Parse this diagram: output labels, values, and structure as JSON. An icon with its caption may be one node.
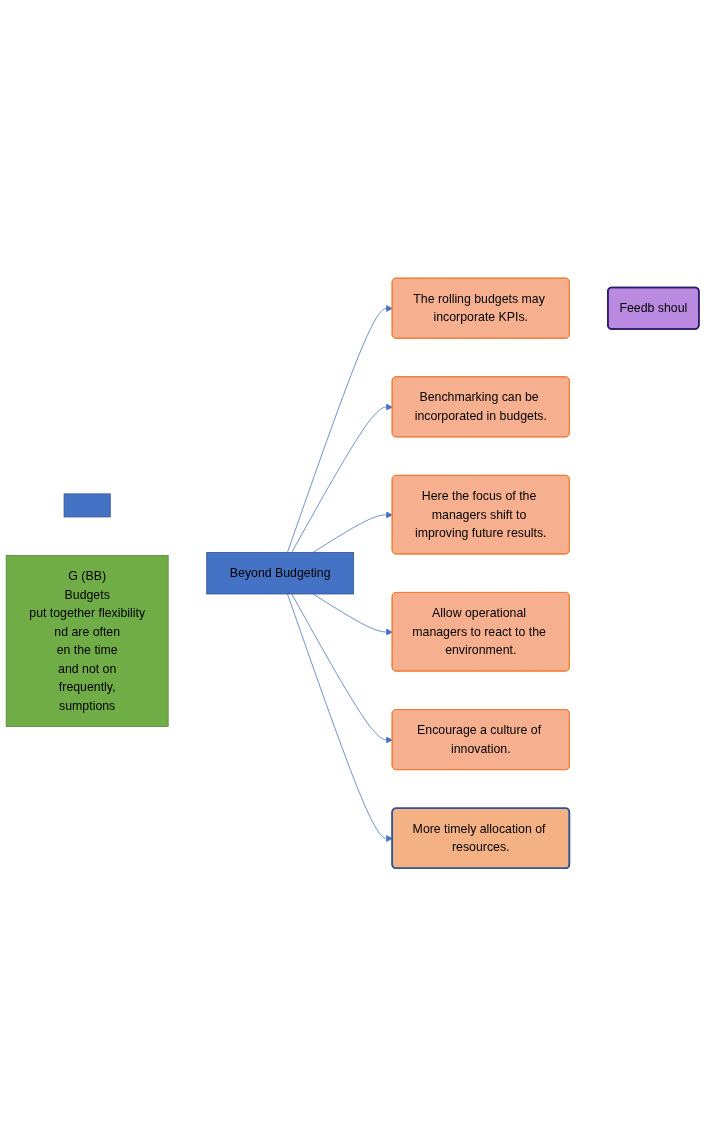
{
  "diagram": {
    "nodes": [
      {
        "text": [],
        "shape": "box"
      },
      {
        "text": [
          "Beyond Budgeting"
        ]
      },
      {
        "text": [
          "The rolling budgets may incorporate KPIs."
        ]
      },
      {
        "text": [
          "Benchmarking can be incorporated in budgets."
        ]
      },
      {
        "text": [
          "Here the focus of the managers shift to improving future results."
        ]
      },
      {
        "text": [
          "Allow operational managers to react to the environment."
        ]
      },
      {
        "text": [
          "Encourage a culture of innovation."
        ]
      },
      {
        "text": [
          "More timely allocation of resources."
        ]
      },
      {
        "text": [
          "Feedb shoul"
        ]
      },
      {
        "text": [
          "G (BB)",
          "Budgets",
          "put together flexibility",
          "nd are often",
          "en the time",
          "and not on",
          "frequently,",
          "sumptions"
        ]
      }
    ],
    "edges": [
      {
        "from": 1,
        "to": 2,
        "arrow": "to"
      },
      {
        "from": 1,
        "to": 3,
        "arrow": "to"
      },
      {
        "from": 1,
        "to": 4,
        "arrow": "to"
      },
      {
        "from": 1,
        "to": 5,
        "arrow": "to"
      },
      {
        "from": 1,
        "to": 6,
        "arrow": "to"
      },
      {
        "from": 1,
        "to": 7,
        "arrow": "to"
      }
    ]
  }
}
